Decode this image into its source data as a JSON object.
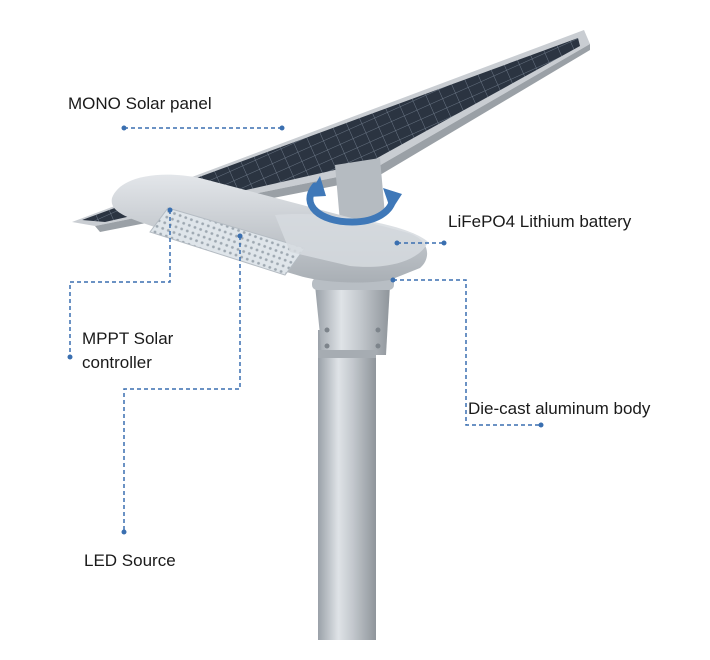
{
  "labels": {
    "solar_panel": "MONO Solar panel",
    "battery": "LiFePO4 Lithium battery",
    "mppt_line1": "MPPT Solar",
    "mppt_line2": "controller",
    "body": "Die-cast aluminum body",
    "led": "LED Source"
  },
  "colors": {
    "callout": "#3a6fb0",
    "rotate_arrow": "#3f78b8",
    "metal": "#c4c9cf",
    "panel_cell": "#2a3340",
    "led": "#e9eef2"
  },
  "icons": {
    "rotation": "rotate-arrow-icon"
  }
}
